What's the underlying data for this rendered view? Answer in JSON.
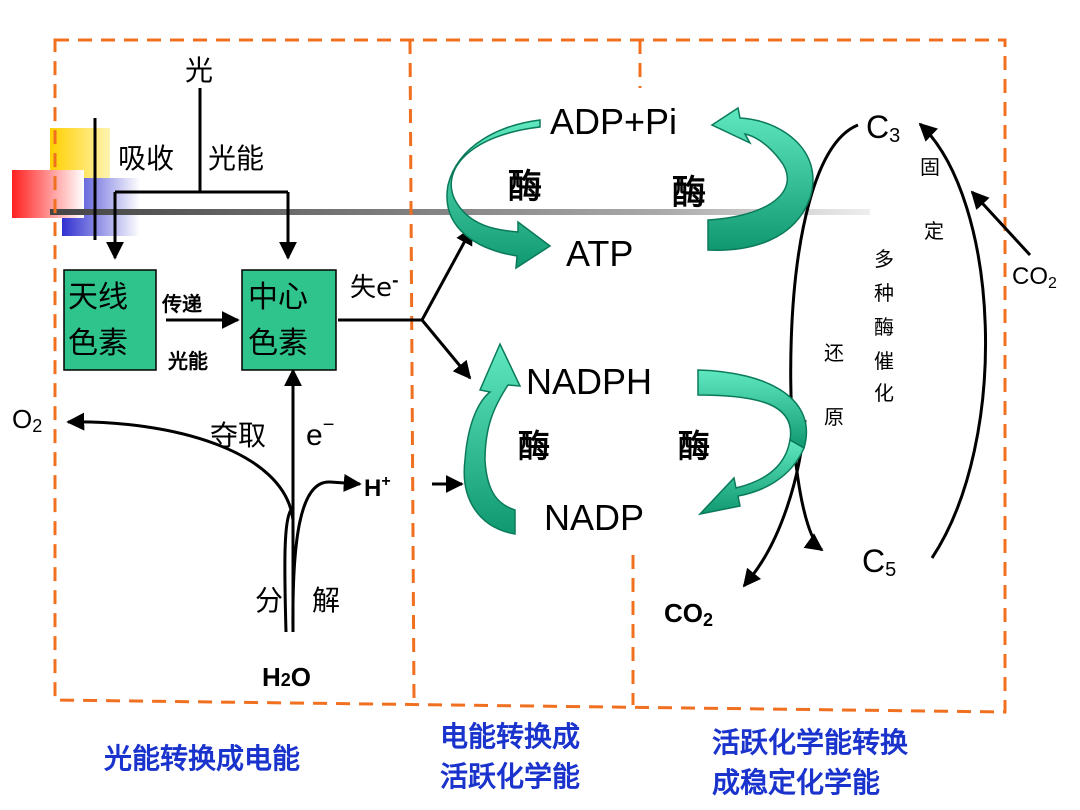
{
  "light_reaction": {
    "light": "光",
    "absorb": "吸收",
    "light_energy": "光能",
    "antenna_pigment": [
      "天线",
      "色素"
    ],
    "center_pigment": [
      "中心",
      "色素"
    ],
    "transfer": "传递",
    "transfer_energy": "光能",
    "lose_electron": "失e",
    "lose_electron_sup": "-",
    "seize_electron": "夺取",
    "electron": "e",
    "electron_sup": "−",
    "oxygen": "O",
    "oxygen_sub": "2",
    "proton": "H",
    "proton_sup": "+",
    "split": "分",
    "decompose": "解",
    "water_h": "H",
    "water_sub": "2",
    "water_o": "O"
  },
  "energy_carriers": {
    "adp_pi": "ADP+Pi",
    "atp": "ATP",
    "nadph": "NADPH",
    "nadp": "NADP",
    "enzyme": "酶",
    "co2_out": "CO",
    "co2_out_sub": "2"
  },
  "calvin_cycle": {
    "c3": "C",
    "c3_sub": "3",
    "c5": "C",
    "c5_sub": "5",
    "fix": [
      "固",
      "定"
    ],
    "multi_enzyme": [
      "多",
      "种",
      "酶",
      "催",
      "化"
    ],
    "reduce": [
      "还",
      "原"
    ],
    "co2_in": "CO",
    "co2_in_sub": "2"
  },
  "captions": {
    "stage1": "光能转换成电能",
    "stage2": [
      "电能转换成",
      "活跃化学能"
    ],
    "stage3": [
      "活跃化学能转换",
      "成稳定化学能"
    ]
  },
  "colors": {
    "box_fill": "#2ec48c",
    "arrow_fill": "#20b089",
    "dash": "#f07020",
    "caption": "#1a33cc"
  }
}
